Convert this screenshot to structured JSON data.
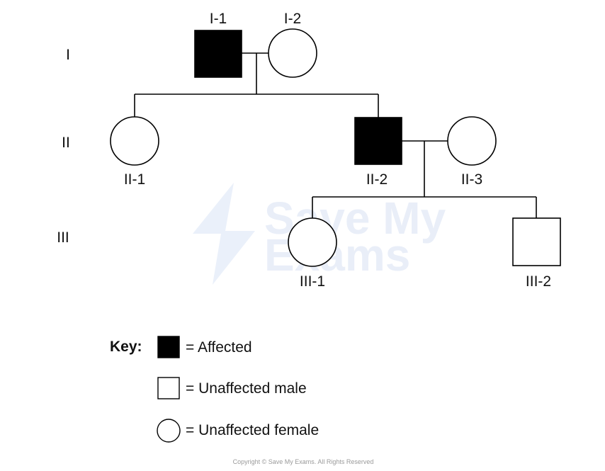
{
  "generations": [
    "I",
    "II",
    "III"
  ],
  "individuals": {
    "I1": {
      "label": "I-1",
      "sex": "male",
      "affected": true
    },
    "I2": {
      "label": "I-2",
      "sex": "female",
      "affected": false
    },
    "II1": {
      "label": "II-1",
      "sex": "female",
      "affected": false
    },
    "II2": {
      "label": "II-2",
      "sex": "male",
      "affected": true
    },
    "II3": {
      "label": "II-3",
      "sex": "female",
      "affected": false
    },
    "III1": {
      "label": "III-1",
      "sex": "female",
      "affected": false
    },
    "III2": {
      "label": "III-2",
      "sex": "male",
      "affected": false
    }
  },
  "key": {
    "title": "Key:",
    "affected": "= Affected",
    "unaffected_male": "= Unaffected male",
    "unaffected_female": "= Unaffected female"
  },
  "watermark": {
    "line1": "Save My",
    "line2": "Exams"
  },
  "copyright": "Copyright © Save My Exams. All Rights Reserved",
  "colors": {
    "affected_fill": "#000000",
    "line": "#000000",
    "watermark": "#e9eef8"
  }
}
